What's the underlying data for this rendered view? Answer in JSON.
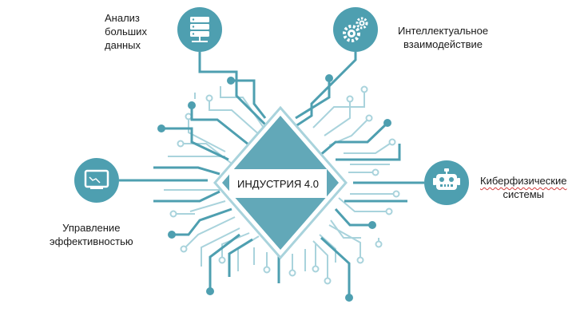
{
  "center": {
    "label": "ИНДУСТРИЯ 4.0"
  },
  "nodes": [
    {
      "id": "big-data",
      "lines": [
        "Анализ",
        "больших",
        "данных"
      ],
      "icon": "server-icon"
    },
    {
      "id": "intellectual",
      "lines": [
        "Интеллектуальное",
        "взаимодействие"
      ],
      "icon": "gears-icon"
    },
    {
      "id": "cyber-physical",
      "lines": [
        "Киберфизические",
        "системы"
      ],
      "icon": "robot-icon"
    },
    {
      "id": "performance",
      "lines": [
        "Управление",
        "эффективностью"
      ],
      "icon": "display-icon"
    }
  ],
  "colors": {
    "primary": "#4e9fb0",
    "light": "#a9d3dc",
    "center_fill": "#62a8b8"
  }
}
